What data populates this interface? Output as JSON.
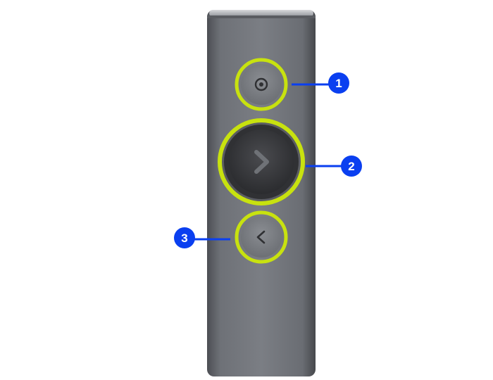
{
  "callouts": [
    {
      "number": "1",
      "target": "laser-button"
    },
    {
      "number": "2",
      "target": "next-button"
    },
    {
      "number": "3",
      "target": "back-button"
    }
  ],
  "colors": {
    "callout": "#0a3ff0",
    "highlight": "#c8e20f",
    "remote_body": "#6f7278",
    "remote_dark": "#3a3b3f",
    "background": "#ffffff"
  },
  "icons": {
    "laser": "target-icon",
    "next": "chevron-right-icon",
    "back": "chevron-left-icon"
  }
}
